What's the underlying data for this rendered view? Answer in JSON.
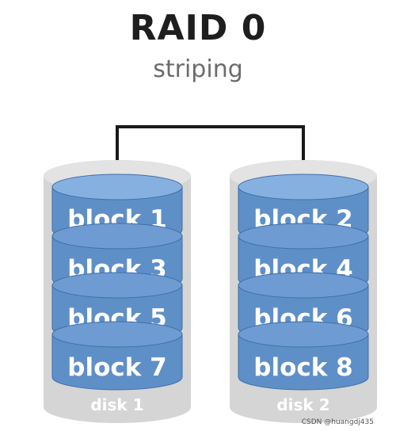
{
  "title": "RAID 0",
  "subtitle": "striping",
  "disks": [
    {
      "label": "disk 1",
      "blocks": [
        "block 1",
        "block 3",
        "block 5",
        "block 7"
      ]
    },
    {
      "label": "disk 2",
      "blocks": [
        "block 2",
        "block 4",
        "block 6",
        "block 8"
      ]
    }
  ],
  "watermark": "CSDN @huangdj435",
  "colors": {
    "block_fill": "#5f8fc7",
    "block_top": "#86b0e0",
    "block_edge": "#3e6fa8",
    "disk_shell": "#d5d5d5",
    "connector": "#1a1a1a",
    "block_text": "#ffffff"
  }
}
